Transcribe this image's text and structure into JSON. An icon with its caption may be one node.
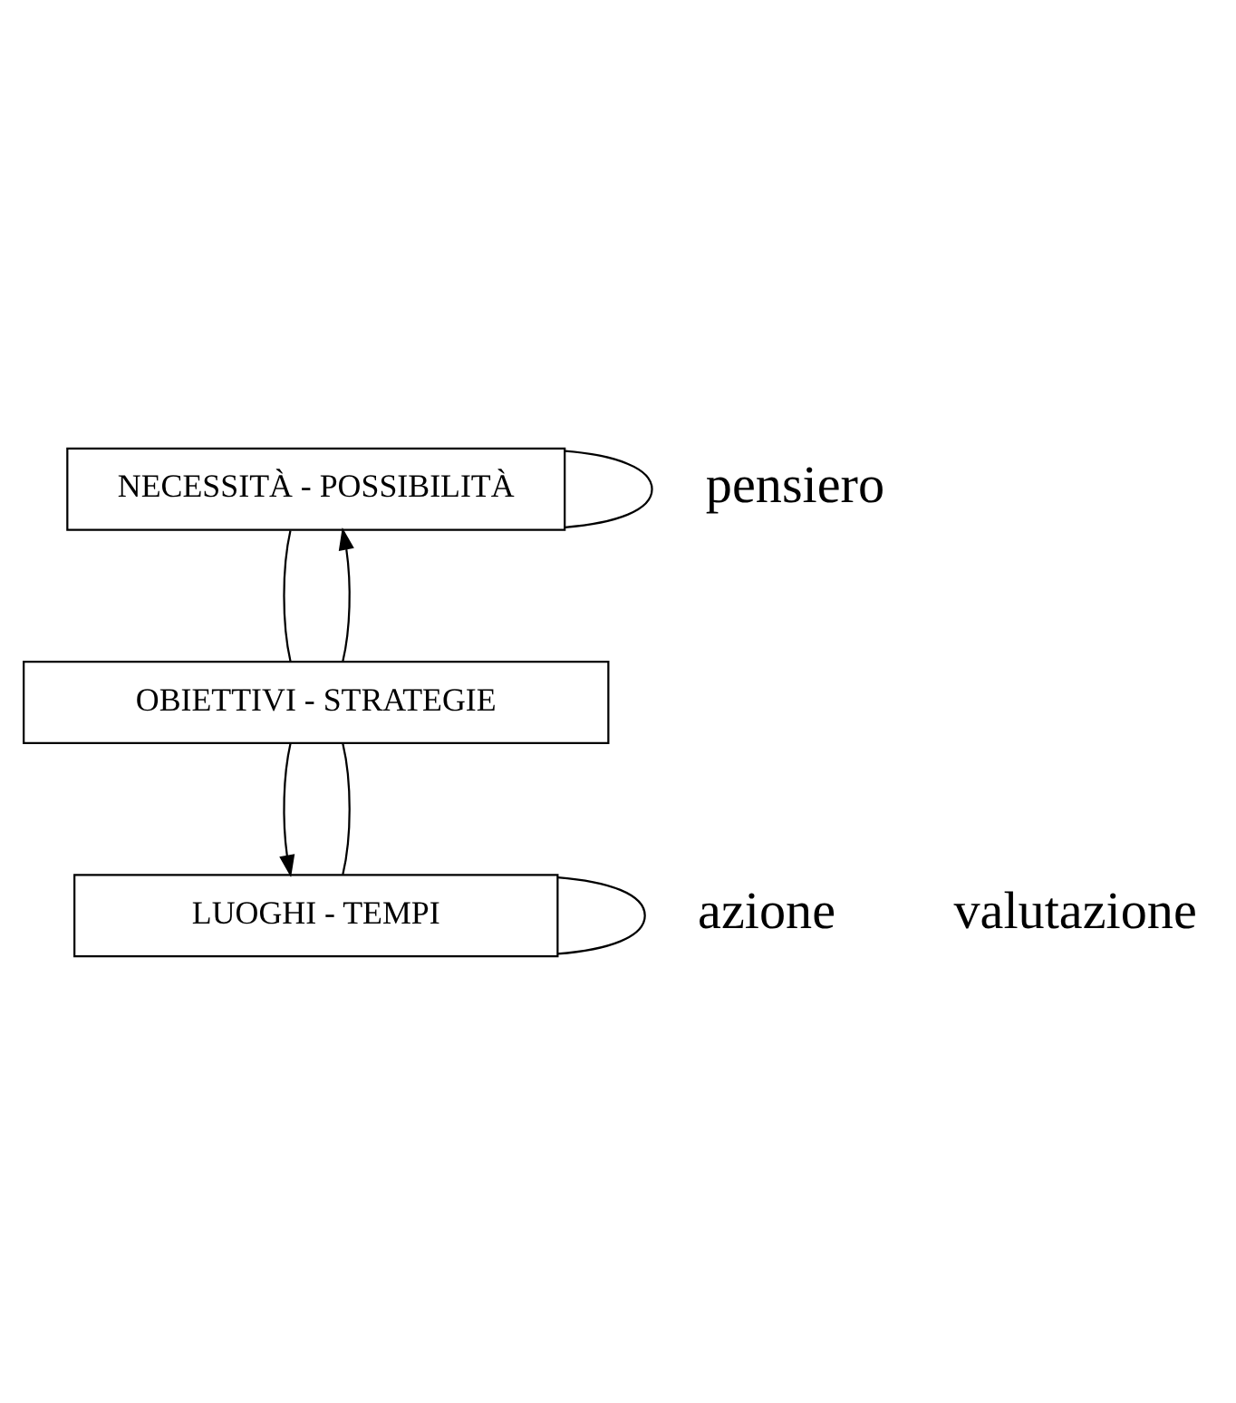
{
  "diagram": {
    "nodes": [
      {
        "text": [
          "NECESSITÀ - POSSIBILITÀ"
        ]
      },
      {
        "text": [
          "OBIETTIVI - STRATEGIE"
        ]
      },
      {
        "text": [
          "LUOGHI - TEMPI"
        ]
      }
    ],
    "edges": [
      {
        "from": 0,
        "to": 0,
        "arrow": "none"
      },
      {
        "from": 0,
        "to": 1,
        "arrow": "none"
      },
      {
        "from": 1,
        "to": 2,
        "arrow": "to"
      },
      {
        "from": 2,
        "to": 2,
        "arrow": "none"
      },
      {
        "from": 2,
        "to": 1,
        "arrow": "none"
      },
      {
        "from": 1,
        "to": 0,
        "arrow": "to"
      }
    ],
    "labels": [
      "pensiero",
      "azione",
      "valutazione"
    ]
  }
}
